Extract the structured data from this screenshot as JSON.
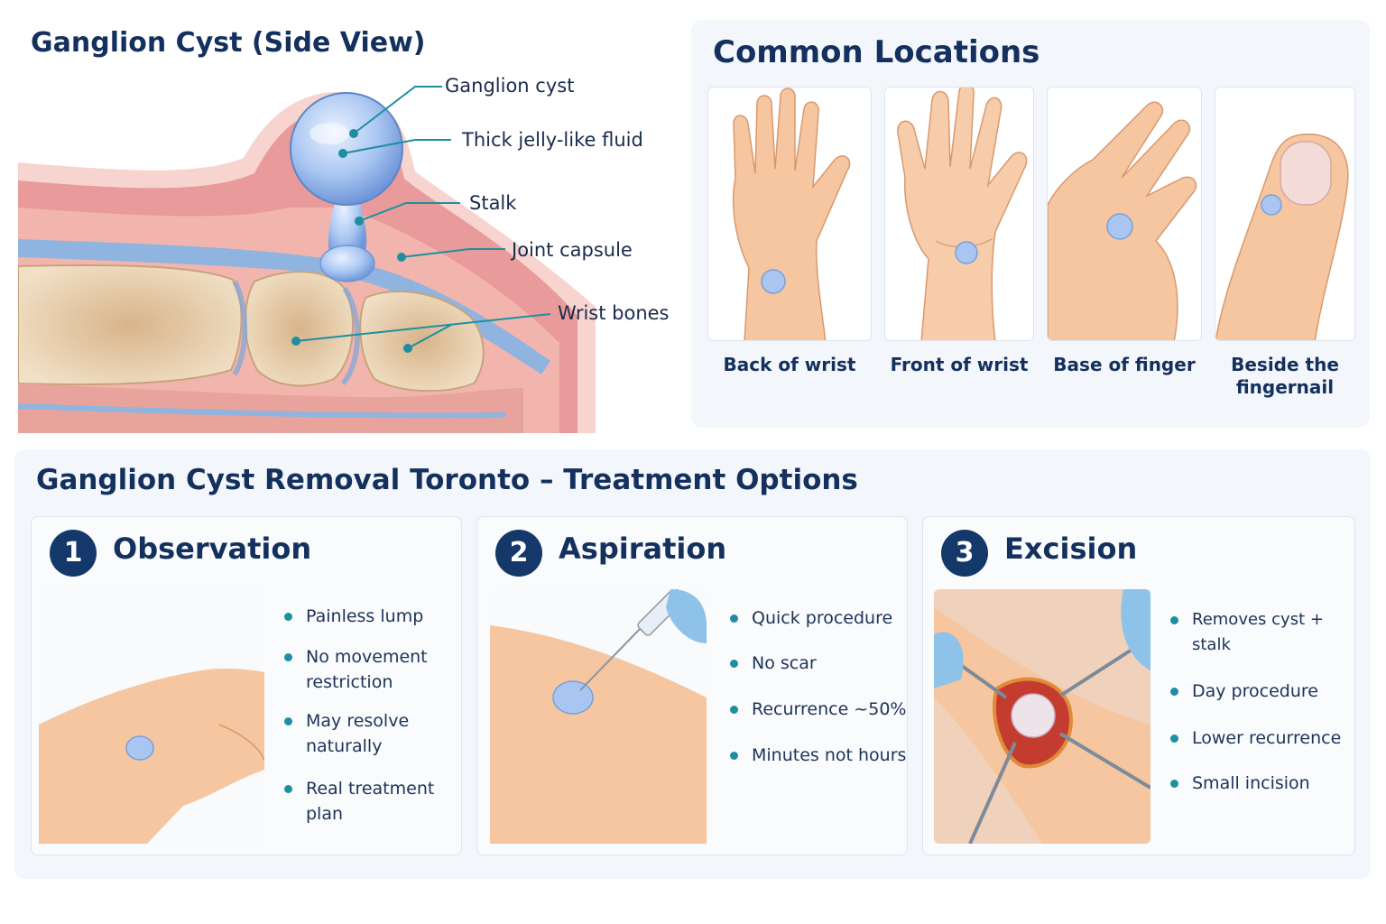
{
  "anatomy": {
    "title": "Ganglion Cyst (Side View)",
    "callouts": {
      "cyst": "Ganglion cyst",
      "fluid": "Thick jelly-like fluid",
      "stalk": "Stalk",
      "capsule": "Joint capsule",
      "bones": "Wrist bones"
    }
  },
  "locations": {
    "title": "Common Locations",
    "items": [
      {
        "label": "Back of wrist"
      },
      {
        "label": "Front of wrist"
      },
      {
        "label": "Base of finger"
      },
      {
        "label_line1": "Beside the",
        "label_line2": "fingernail"
      }
    ]
  },
  "treatment": {
    "title": "Ganglion Cyst Removal Toronto – Treatment Options",
    "options": [
      {
        "number": "1",
        "name": "Observation",
        "bullets": [
          [
            "Painless lump"
          ],
          [
            "No movement",
            "restriction"
          ],
          [
            "May resolve",
            "naturally"
          ],
          [
            "Real treatment plan"
          ]
        ]
      },
      {
        "number": "2",
        "name": "Aspiration",
        "bullets": [
          [
            "Quick procedure"
          ],
          [
            "No scar"
          ],
          [
            "Recurrence ~50%"
          ],
          [
            "Minutes not hours"
          ]
        ]
      },
      {
        "number": "3",
        "name": "Excision",
        "bullets": [
          [
            "Removes cyst + stalk"
          ],
          [
            "Day procedure"
          ],
          [
            "Lower recurrence"
          ],
          [
            "Small incision"
          ]
        ]
      }
    ]
  },
  "colors": {
    "navy": "#14305e",
    "teal_bullet": "#1e8fa0",
    "cyst_blue": "#a9c6f2",
    "tissue_red": "#e99a9a",
    "bone_beige": "#efdcc0",
    "skin": "#f5c6a0"
  }
}
